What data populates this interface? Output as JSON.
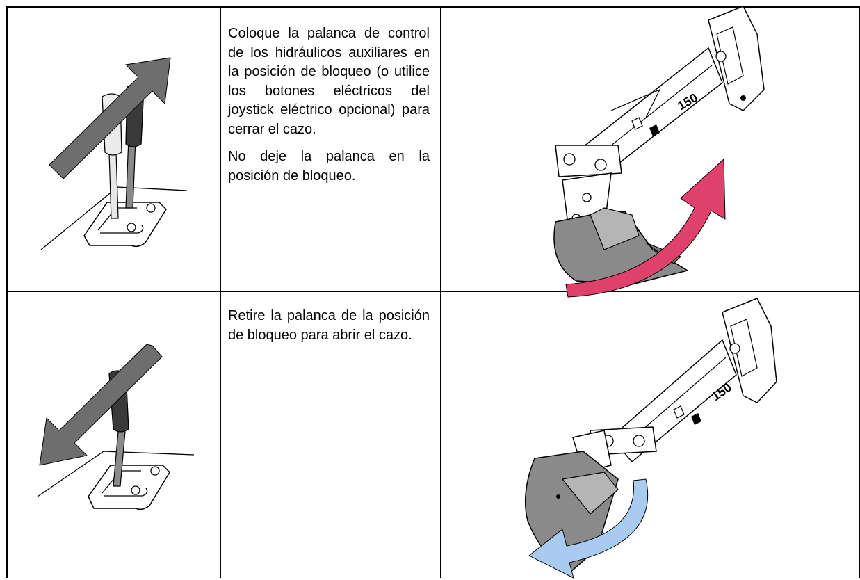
{
  "rows": [
    {
      "paragraphs": [
        "Coloque la palanca de control de los hidráulicos auxiliares en la posición de bloqueo (o utilice los botones eléctricos del joystick eléctrico opcional) para cerrar el cazo.",
        "No deje la palanca en la posición de bloqueo."
      ],
      "boom_decal": "150",
      "lever_arrow_direction": "up-right",
      "bucket_arrow_direction": "close",
      "bucket_arrow_color": "#e0416a"
    },
    {
      "paragraphs": [
        "Retire la palanca de la posición de bloqueo para abrir el cazo."
      ],
      "boom_decal": "150",
      "lever_arrow_direction": "down-left",
      "bucket_arrow_direction": "open",
      "bucket_arrow_color": "#aacbf0"
    }
  ]
}
